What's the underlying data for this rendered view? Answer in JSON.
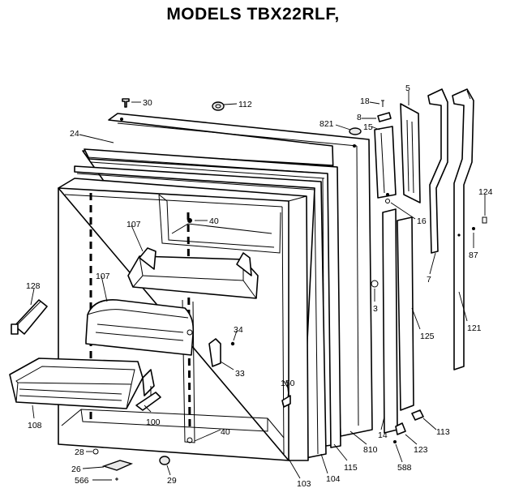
{
  "title": "MODELS TBX22RLF,",
  "labels": {
    "p5": "5",
    "p8": "8",
    "p14": "14",
    "p15": "15",
    "p16": "16",
    "p18": "18",
    "p24": "24",
    "p26": "26",
    "p28": "28",
    "p29": "29",
    "p30": "30",
    "p33": "33",
    "p34": "34",
    "p40a": "40",
    "p40b": "40",
    "p87": "87",
    "p100": "100",
    "p103": "103",
    "p104": "104",
    "p107a": "107",
    "p107b": "107",
    "p108": "108",
    "p112": "112",
    "p113": "113",
    "p115": "115",
    "p121": "121",
    "p123": "123",
    "p124": "124",
    "p125": "125",
    "p128": "128",
    "p150": "150",
    "p3": "3",
    "p7": "7",
    "p566": "566",
    "p588": "588",
    "p810": "810",
    "p821": "821"
  }
}
